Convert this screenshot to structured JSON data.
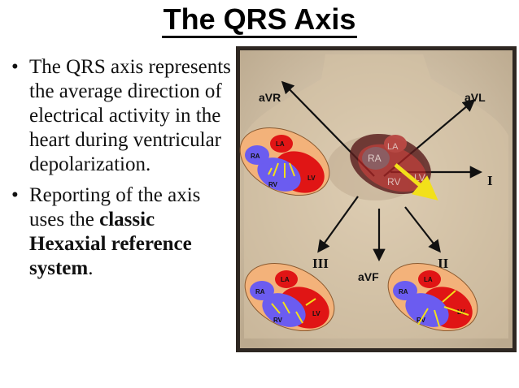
{
  "slide": {
    "title": "The QRS Axis",
    "bullets": [
      {
        "text": "The QRS axis represents the average direction of electrical activity in the heart during ventricular depolarization."
      },
      {
        "text_before": "Reporting of the axis uses the ",
        "text_bold": "classic Hexaxial reference system",
        "text_after": "."
      }
    ]
  },
  "figure": {
    "leads": {
      "avr": "aVR",
      "avl": "aVL",
      "i": "I",
      "iii": "III",
      "avf": "aVF",
      "ii": "II"
    },
    "chambers": {
      "la": "LA",
      "ra": "RA",
      "rv": "RV",
      "lv": "LV"
    },
    "colors": {
      "red": "#e01515",
      "blue": "#6b5cf0",
      "tan": "#f3b27a",
      "yellow": "#f2e01a"
    }
  }
}
